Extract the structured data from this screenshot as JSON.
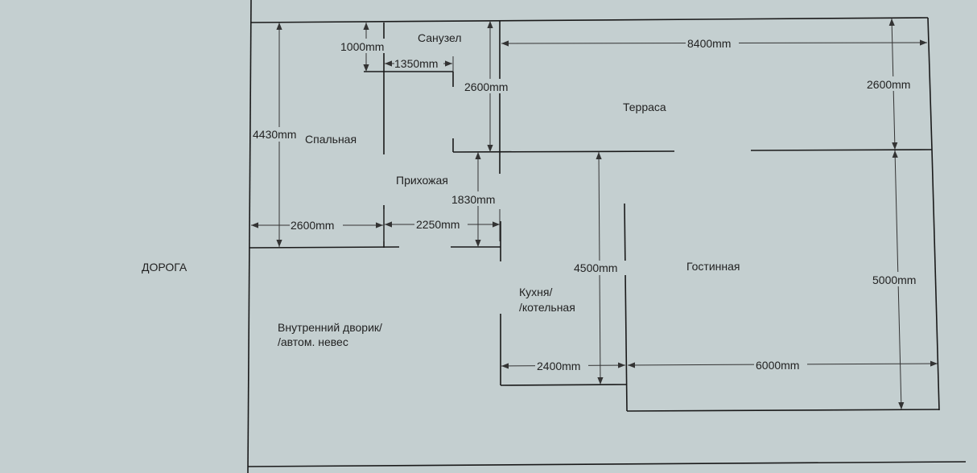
{
  "rooms": {
    "road": "ДОРОГА",
    "bathroom": "Санузел",
    "terrace": "Терраса",
    "bedroom": "Спальная",
    "hallway": "Прихожая",
    "living_room": "Гостинная",
    "kitchen_line1": "Кухня/",
    "kitchen_line2": "/котельная",
    "courtyard_line1": "Внутренний дворик/",
    "courtyard_line2": "/автом. невес"
  },
  "dimensions": {
    "bath_top_height": "1000mm",
    "bath_width": "1350mm",
    "bath_height": "2600mm",
    "terrace_width": "8400mm",
    "terrace_height": "2600mm",
    "bedroom_height": "4430mm",
    "hall_height": "1830mm",
    "bedroom_width": "2600mm",
    "hall_width": "2250mm",
    "kitchen_height": "4500mm",
    "living_height": "5000mm",
    "kitchen_width": "2400mm",
    "living_width": "6000mm"
  },
  "colors": {
    "background": "#c4cfd0",
    "walls": "#1a1a1a",
    "dimension_lines": "#333333"
  }
}
